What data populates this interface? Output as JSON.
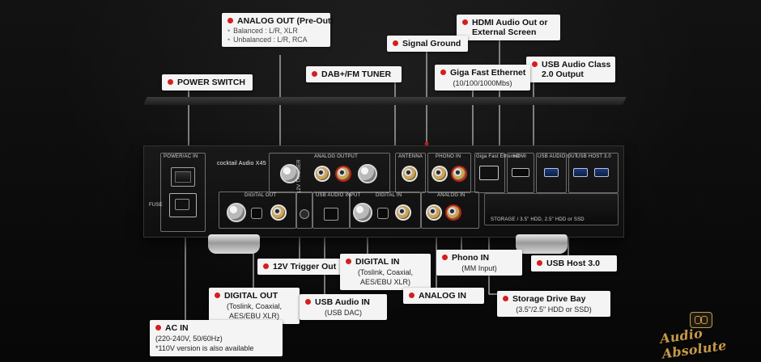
{
  "callouts": {
    "analog_out": {
      "title": "ANALOG OUT (Pre-Out)",
      "bullets": [
        "Balanced : L/R, XLR",
        "Unbalanced : L/R, RCA"
      ]
    },
    "hdmi": {
      "title": "HDMI Audio Out or",
      "title_line2": "External Screen"
    },
    "signal_ground": {
      "title": "Signal Ground"
    },
    "usb_audio_class": {
      "title": "USB Audio Class",
      "title_line2": "2.0 Output"
    },
    "dab_fm": {
      "title": "DAB+/FM TUNER"
    },
    "giga_ethernet": {
      "title": "Giga Fast Ethernet",
      "sub": "(10/100/1000Mbs)"
    },
    "power_switch": {
      "title": "POWER SWITCH"
    },
    "phono_in": {
      "title": "Phono IN",
      "sub": "(MM Input)"
    },
    "usb_host": {
      "title": "USB Host 3.0"
    },
    "trigger": {
      "title": "12V Trigger Out"
    },
    "digital_in": {
      "title": "DIGITAL IN",
      "sub_lines": [
        "(Toslink, Coaxial,",
        "AES/EBU XLR)"
      ]
    },
    "analog_in": {
      "title": "ANALOG IN"
    },
    "digital_out": {
      "title": "DIGITAL OUT",
      "sub_lines": [
        "(Toslink, Coaxial,",
        "AES/EBU XLR)"
      ]
    },
    "usb_audio_in": {
      "title": "USB Audio IN",
      "sub": "(USB DAC)"
    },
    "storage": {
      "title": "Storage Drive Bay",
      "sub": "(3.5\"/2.5\" HDD or SSD)"
    },
    "ac_in": {
      "title": "AC IN",
      "sub_lines": [
        "(220-240V, 50/60Hz)",
        "*110V version is also available"
      ]
    }
  },
  "panel_text": {
    "power_ac_in": "POWER/AC IN",
    "analog_output": "ANALOG OUTPUT",
    "antenna": "ANTENNA",
    "phono_in": "PHONO IN",
    "giga_ethernet": "Giga Fast Ethernet",
    "hdmi": "HDMI",
    "usb_audio_out": "USB AUDIO OUT",
    "usb_host": "USB HOST 3.0",
    "digital_out": "DIGITAL OUT",
    "trigger": "12V TRIGGER",
    "usb_audio_input": "USB AUDIO INPUT",
    "digital_in": "DIGITAL IN",
    "analog_in": "ANALOG IN",
    "storage": "STORAGE / 3.5\" HDD, 2.5\" HDD or SSD",
    "fuse": "FUSE",
    "brand": "cocktail Audio X45"
  },
  "brand_logo": {
    "text": "Audio Absolute"
  },
  "colors": {
    "accent": "#d51e1e",
    "gold": "#c79a48"
  }
}
